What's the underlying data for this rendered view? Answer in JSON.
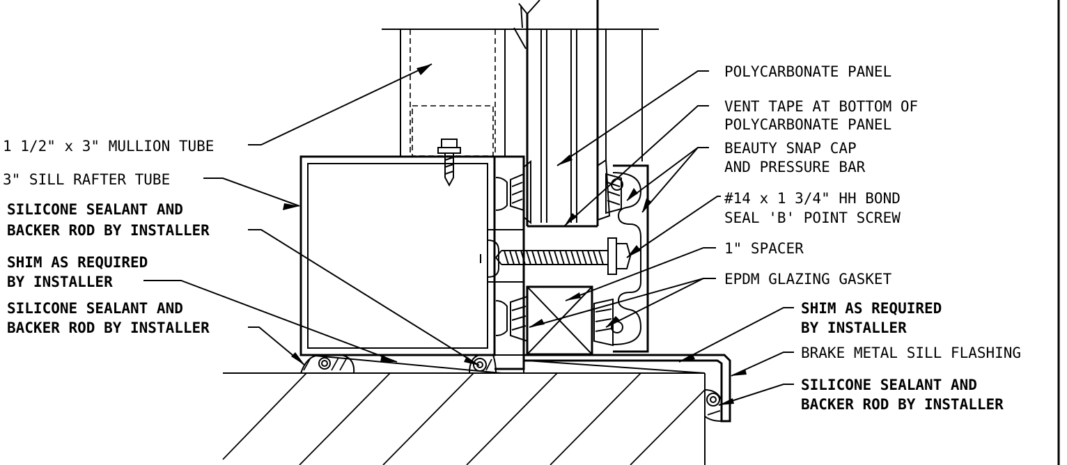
{
  "labels": {
    "mullion_tube": "1 1/2\" x 3\" MULLION TUBE",
    "sill_rafter_tube": "3\" SILL RAFTER TUBE",
    "sealant_1_line1": "SILICONE SEALANT AND",
    "sealant_1_line2": "BACKER ROD BY INSTALLER",
    "shim_1_line1": "SHIM AS REQUIRED",
    "shim_1_line2": "BY INSTALLER",
    "sealant_2_line1": "SILICONE SEALANT AND",
    "sealant_2_line2": "BACKER ROD BY INSTALLER",
    "polycarbonate_panel": "POLYCARBONATE PANEL",
    "vent_tape_line1": "VENT TAPE AT BOTTOM OF",
    "vent_tape_line2": "POLYCARBONATE PANEL",
    "beauty_cap_line1": "BEAUTY SNAP CAP",
    "beauty_cap_line2": "AND PRESSURE BAR",
    "screw_line1": "#14 x 1 3/4\" HH BOND",
    "screw_line2": "SEAL 'B' POINT SCREW",
    "spacer": "1\" SPACER",
    "epdm_gasket": "EPDM GLAZING GASKET",
    "shim_2_line1": "SHIM AS REQUIRED",
    "shim_2_line2": "BY INSTALLER",
    "sill_flashing": "BRAKE METAL SILL FLASHING",
    "sealant_3_line1": "SILICONE SEALANT AND",
    "sealant_3_line2": "BACKER ROD BY INSTALLER"
  }
}
